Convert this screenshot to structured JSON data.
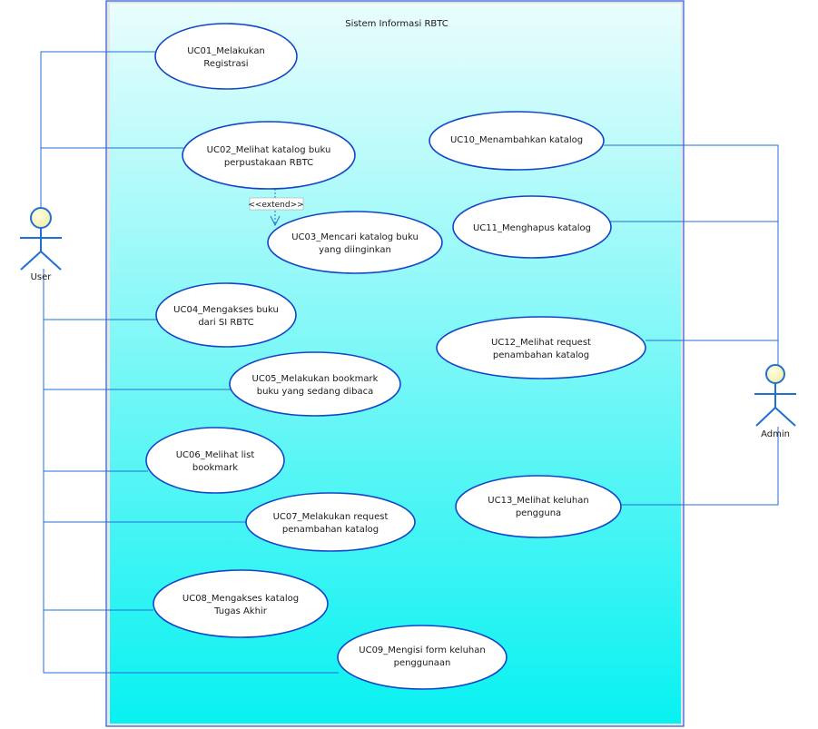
{
  "system": {
    "title": "Sistem Informasi RBTC"
  },
  "actors": {
    "user": {
      "label": "User"
    },
    "admin": {
      "label": "Admin"
    }
  },
  "use_cases": [
    {
      "id": "uc01",
      "lines": [
        "UC01_Melakukan",
        "Registrasi"
      ]
    },
    {
      "id": "uc02",
      "lines": [
        "UC02_Melihat katalog buku",
        "perpustakaan RBTC"
      ]
    },
    {
      "id": "uc03",
      "lines": [
        "UC03_Mencari katalog buku",
        "yang diinginkan"
      ]
    },
    {
      "id": "uc04",
      "lines": [
        "UC04_Mengakses buku",
        "dari SI RBTC"
      ]
    },
    {
      "id": "uc05",
      "lines": [
        "UC05_Melakukan bookmark",
        "buku yang sedang dibaca"
      ]
    },
    {
      "id": "uc06",
      "lines": [
        "UC06_Melihat list",
        "bookmark"
      ]
    },
    {
      "id": "uc07",
      "lines": [
        "UC07_Melakukan request",
        "penambahan katalog"
      ]
    },
    {
      "id": "uc08",
      "lines": [
        "UC08_Mengakses katalog",
        "Tugas Akhir"
      ]
    },
    {
      "id": "uc09",
      "lines": [
        "UC09_Mengisi form keluhan",
        "penggunaan"
      ]
    },
    {
      "id": "uc10",
      "lines": [
        "UC10_Menambahkan katalog"
      ]
    },
    {
      "id": "uc11",
      "lines": [
        "UC11_Menghapus katalog"
      ]
    },
    {
      "id": "uc12",
      "lines": [
        "UC12_Melihat request",
        "penambahan katalog"
      ]
    },
    {
      "id": "uc13",
      "lines": [
        "UC13_Melihat keluhan",
        "pengguna"
      ]
    }
  ],
  "relations": {
    "extend_label": "<<extend>>"
  },
  "colors": {
    "line": "#1f6fd6",
    "ellipse_stroke": "#1246c8",
    "ellipse_fill": "#ffffff",
    "actor_head_fill": "#fbf7c4",
    "system_gradient_top": "#e9fdfd",
    "system_gradient_bottom": "#0af2f2",
    "system_border": "#2a5ad6"
  }
}
